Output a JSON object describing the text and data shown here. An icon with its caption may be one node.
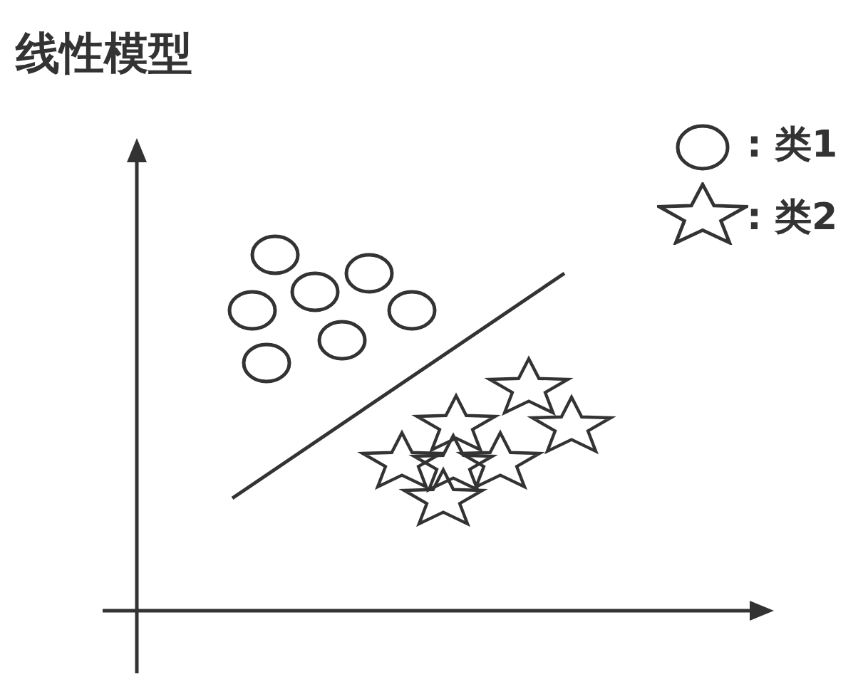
{
  "diagram": {
    "title": "线性模型",
    "legend": [
      {
        "text": ": 类1"
      },
      {
        "text": ": 类2"
      }
    ]
  }
}
